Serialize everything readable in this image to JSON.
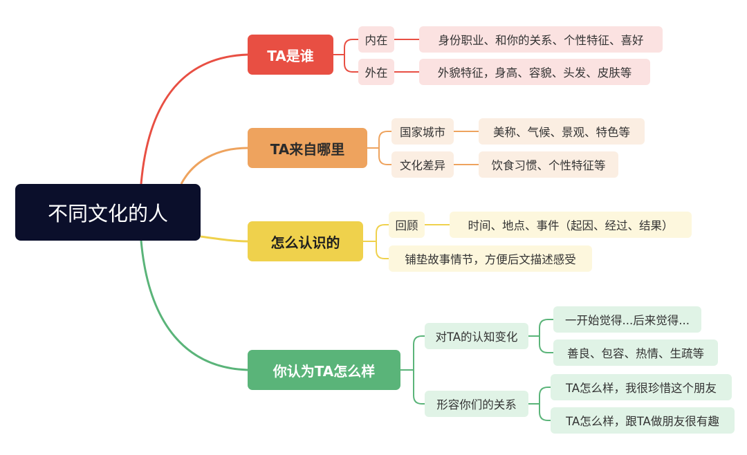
{
  "root": "不同文化的人",
  "colors": {
    "red": "#e84f43",
    "orange": "#eea35e",
    "yellow": "#efd14c",
    "green": "#5ab479",
    "root": "#0b0f2b"
  },
  "branches": {
    "who": {
      "label": "TA是谁",
      "items": [
        {
          "label": "内在",
          "detail": "身份职业、和你的关系、个性特征、喜好"
        },
        {
          "label": "外在",
          "detail": "外貌特征，身高、容貌、头发、皮肤等"
        }
      ]
    },
    "from": {
      "label": "TA来自哪里",
      "items": [
        {
          "label": "国家城市",
          "detail": "美称、气候、景观、特色等"
        },
        {
          "label": "文化差异",
          "detail": "饮食习惯、个性特征等"
        }
      ]
    },
    "meet": {
      "label": "怎么认识的",
      "items": [
        {
          "label": "回顾",
          "detail": "时间、地点、事件（起因、经过、结果）"
        },
        {
          "label": "铺垫故事情节，方便后文描述感受"
        }
      ]
    },
    "opinion": {
      "label": "你认为TA怎么样",
      "items": [
        {
          "label": "对TA的认知变化",
          "details": [
            "一开始觉得...后来觉得...",
            "善良、包容、热情、生疏等"
          ]
        },
        {
          "label": "形容你们的关系",
          "details": [
            "TA怎么样，我很珍惜这个朋友",
            "TA怎么样，跟TA做朋友很有趣"
          ]
        }
      ]
    }
  }
}
